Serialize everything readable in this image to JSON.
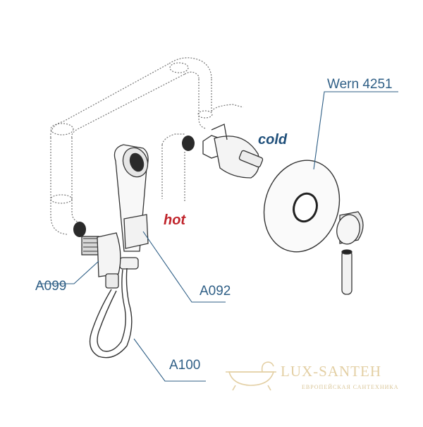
{
  "labels": {
    "wern": "Wern 4251",
    "cold": "cold",
    "hot": "hot",
    "a099": "A099",
    "a092": "A092",
    "a100": "A100"
  },
  "watermark": {
    "brand": "LUX-SANTEH",
    "subtitle": "ЕВРОПЕЙСКАЯ САНТЕХНИКА"
  },
  "colors": {
    "label_blue": "#2f5f86",
    "hot_red": "#c0242b",
    "cold_blue": "#1f4f7a",
    "watermark_gold": "#e3cfa3"
  }
}
